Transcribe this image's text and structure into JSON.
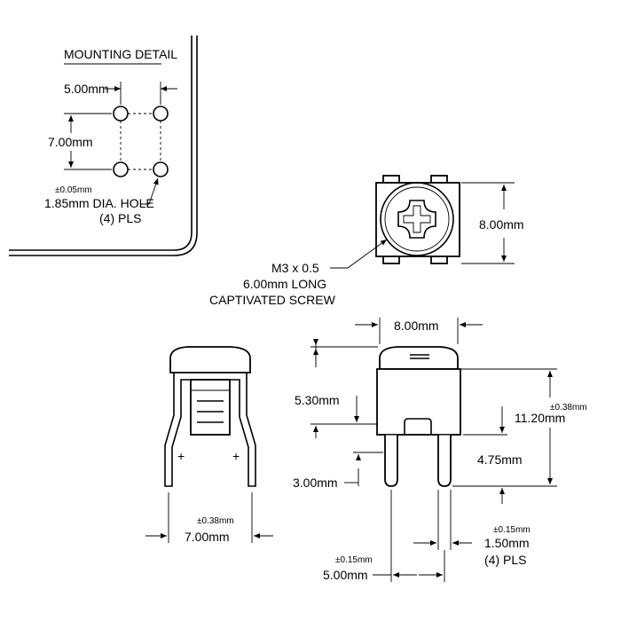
{
  "mounting_detail": {
    "title": "MOUNTING DETAIL",
    "width_dim": "5.00mm",
    "height_dim": "7.00mm",
    "hole_tolerance": "±0.05mm",
    "hole_label": "1.85mm DIA. HOLE",
    "hole_count": "(4) PLS"
  },
  "top_view": {
    "width_dim": "8.00mm",
    "screw_line1": "M3 x 0.5",
    "screw_line2": "6.00mm LONG",
    "screw_line3": "CAPTIVATED SCREW"
  },
  "side_view": {
    "tolerance": "±0.38mm",
    "lead_spacing": "7.00mm"
  },
  "front_view": {
    "width_dim": "8.00mm",
    "body_height": "5.30mm",
    "height_tolerance": "±0.38mm",
    "total_height": "11.20mm",
    "lead_length": "4.75mm",
    "lead_lower": "3.00mm",
    "lead_width_tolerance": "±0.15mm",
    "lead_width": "1.50mm",
    "lead_count": "(4) PLS",
    "pitch_tolerance": "±0.15mm",
    "pitch": "5.00mm"
  }
}
